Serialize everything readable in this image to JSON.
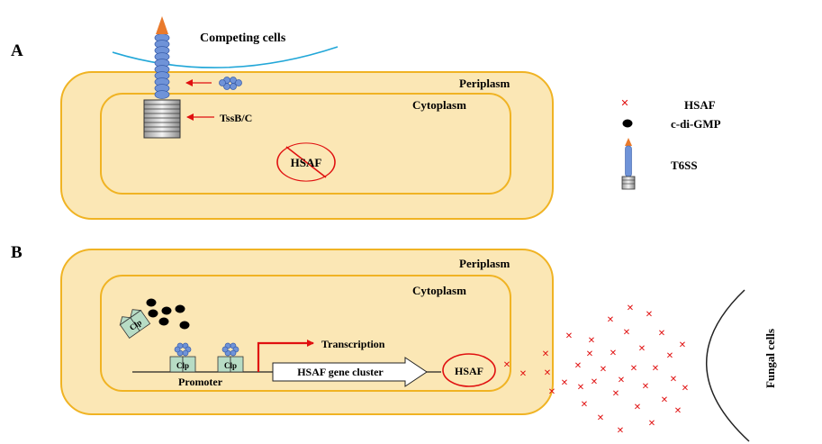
{
  "panel_a": {
    "letter": "A",
    "competing_cells": "Competing cells",
    "periplasm": "Periplasm",
    "cytoplasm": "Cytoplasm",
    "tssbc": "TssB/C",
    "hsaf_blocked": "HSAF"
  },
  "panel_b": {
    "letter": "B",
    "periplasm": "Periplasm",
    "cytoplasm": "Cytoplasm",
    "clp": "Clp",
    "transcription": "Transcription",
    "gene_cluster": "HSAF gene cluster",
    "promoter": "Promoter",
    "hsaf": "HSAF",
    "fungal_cells": "Fungal cells"
  },
  "legend": {
    "hsaf": "HSAF",
    "cdigmp": "c-di-GMP",
    "t6ss": "T6SS"
  },
  "colors": {
    "cell_fill": "#fbe7b5",
    "cell_border": "#f0b323",
    "t6ss_blue": "#6f93d8",
    "t6ss_tip": "#e97a2c",
    "arrow_red": "#e01010",
    "membrane_blue": "#22a7d8",
    "clp_green": "#b7dcc5"
  }
}
